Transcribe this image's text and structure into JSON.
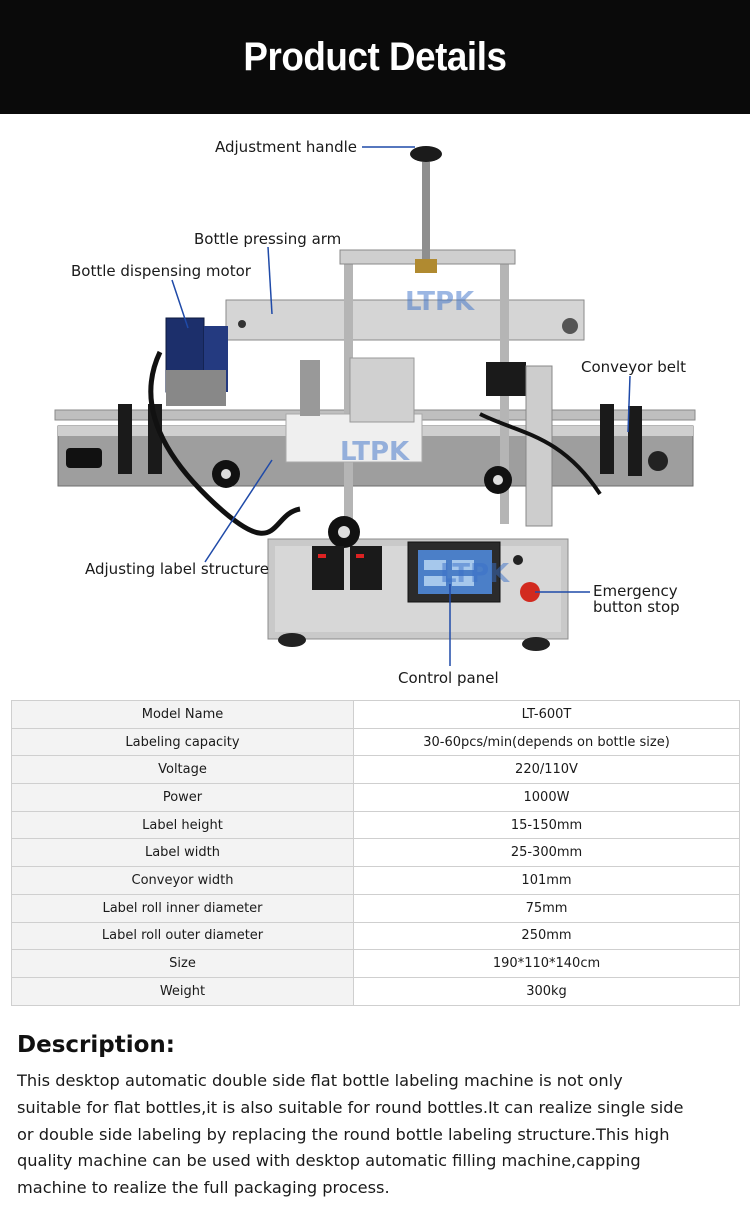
{
  "header": {
    "title": "Product Details"
  },
  "figure": {
    "watermark": "LTPK",
    "callouts": {
      "adjustment_handle": "Adjustment handle",
      "bottle_pressing_arm": "Bottle pressing arm",
      "bottle_dispensing_motor": "Bottle dispensing motor",
      "conveyor_belt": "Conveyor belt",
      "adjusting_label_structure": "Adjusting label structure",
      "emergency_line1": "Emergency",
      "emergency_line2": "button stop",
      "control_panel": "Control panel"
    }
  },
  "specs": [
    {
      "name": "Model Name",
      "value": "LT-600T"
    },
    {
      "name": "Labeling capacity",
      "value": "30-60pcs/min(depends on bottle size)"
    },
    {
      "name": "Voltage",
      "value": "220/110V"
    },
    {
      "name": "Power",
      "value": "1000W"
    },
    {
      "name": "Label height",
      "value": "15-150mm"
    },
    {
      "name": "Label width",
      "value": "25-300mm"
    },
    {
      "name": "Conveyor width",
      "value": "101mm"
    },
    {
      "name": "Label roll inner diameter",
      "value": "75mm"
    },
    {
      "name": "Label roll outer diameter",
      "value": "250mm"
    },
    {
      "name": "Size",
      "value": "190*110*140cm"
    },
    {
      "name": "Weight",
      "value": "300kg"
    }
  ],
  "description": {
    "title": "Description:",
    "lines": [
      "This desktop automatic double side flat bottle labeling machine is not only",
      "suitable for flat bottles,it is also suitable for round bottles.It can realize single side",
      "or double side labeling by replacing the round bottle labeling structure.This high",
      "quality machine can be used with desktop automatic filling machine,capping",
      "machine to realize the full packaging process."
    ]
  }
}
